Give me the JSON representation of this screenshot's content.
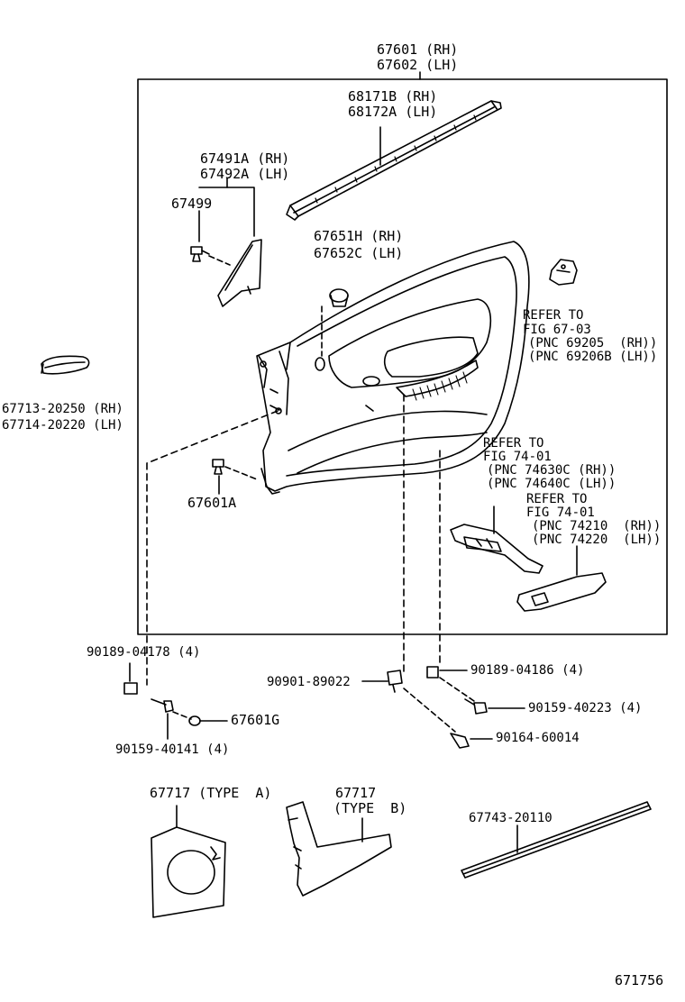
{
  "diagram": {
    "figure_number": "671756",
    "parts": {
      "panel_rh": "67601 (RH)",
      "panel_lh": "67602 (LH)",
      "weatherstrip_rh": "68171B (RH)",
      "weatherstrip_lh": "68172A (LH)",
      "cover_rh": "67491A (RH)",
      "cover_lh": "67492A (LH)",
      "clip_67499": "67499",
      "lamp_rh": "67651H (RH)",
      "lamp_lh": "67652C (LH)",
      "handle_rh": "67713-20250 (RH)",
      "handle_lh": "67714-20220 (LH)",
      "clip_67601a": "67601A",
      "pad_67601g": "67601G",
      "screw_90189_04178": "90189-04178 (4)",
      "screw_90159_40141": "90159-40141 (4)",
      "clip_90901_89022": "90901-89022",
      "screw_90189_04186": "90189-04186 (4)",
      "screw_90159_40223": "90159-40223 (4)",
      "screw_90164_60014": "90164-60014",
      "shield_a_line1": "67717 (TYPE  A)",
      "shield_b_line1": "67717",
      "shield_b_line2": "(TYPE  B)",
      "moulding_67743": "67743-20110"
    },
    "references": {
      "ref1": [
        "REFER TO",
        "FIG 67-03",
        "(PNC 69205  (RH))",
        "(PNC 69206B (LH))"
      ],
      "ref2": [
        "REFER TO",
        "FIG 74-01",
        "(PNC 74630C (RH))",
        "(PNC 74640C (LH))"
      ],
      "ref3": [
        "REFER TO",
        "FIG 74-01",
        "(PNC 74210  (RH))",
        "(PNC 74220  (LH))"
      ]
    }
  }
}
